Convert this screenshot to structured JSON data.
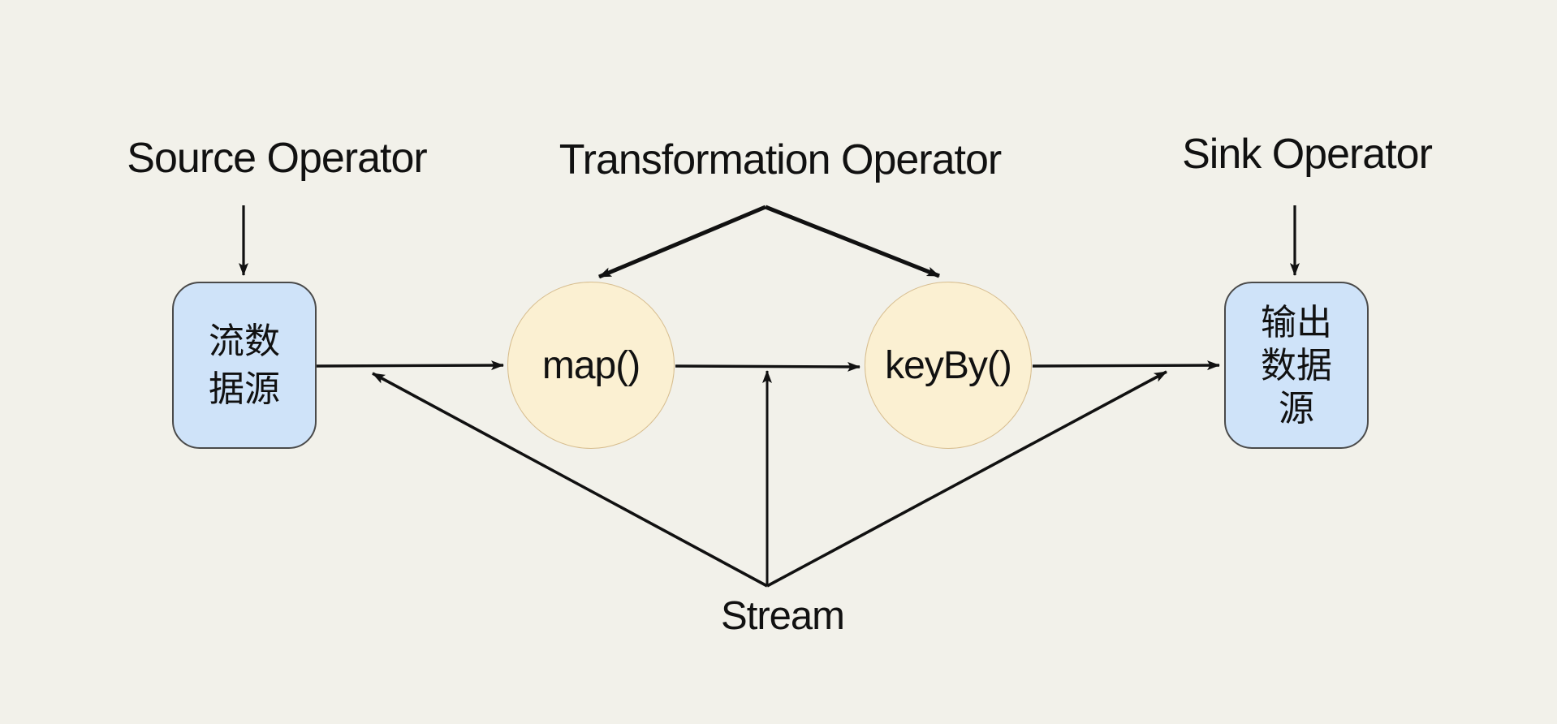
{
  "canvas": {
    "background_color": "#f2f1ea",
    "line_color": "#111111",
    "text_color": "#111111"
  },
  "labels": {
    "source_operator": "Source Operator",
    "transformation_operator": "Transformation Operator",
    "sink_operator": "Sink Operator",
    "stream": "Stream"
  },
  "nodes": {
    "source": {
      "label": "流数据源",
      "lines": [
        "流数",
        "据源"
      ],
      "shape": "rounded-rect",
      "fill": "#cfe3f9",
      "border": "#4a4a4a"
    },
    "map": {
      "label": "map()",
      "shape": "circle",
      "fill": "#fbf0d2",
      "border": "#d7bd8e"
    },
    "keyby": {
      "label": "keyBy()",
      "shape": "circle",
      "fill": "#fbf0d2",
      "border": "#d7bd8e"
    },
    "sink": {
      "label": "输出数据源",
      "lines": [
        "输出",
        "数据",
        "源"
      ],
      "shape": "rounded-rect",
      "fill": "#cfe3f9",
      "border": "#4a4a4a"
    }
  },
  "edges": [
    {
      "from": "source-operator-label",
      "to": "source-node"
    },
    {
      "from": "sink-operator-label",
      "to": "sink-node"
    },
    {
      "from": "transformation-operator-label",
      "to": "map-node"
    },
    {
      "from": "transformation-operator-label",
      "to": "keyby-node"
    },
    {
      "from": "source-node",
      "to": "map-node"
    },
    {
      "from": "map-node",
      "to": "keyby-node"
    },
    {
      "from": "keyby-node",
      "to": "sink-node"
    },
    {
      "from": "stream-label",
      "to": "source-map-edge"
    },
    {
      "from": "stream-label",
      "to": "map-keyby-edge"
    },
    {
      "from": "stream-label",
      "to": "keyby-sink-edge"
    }
  ]
}
